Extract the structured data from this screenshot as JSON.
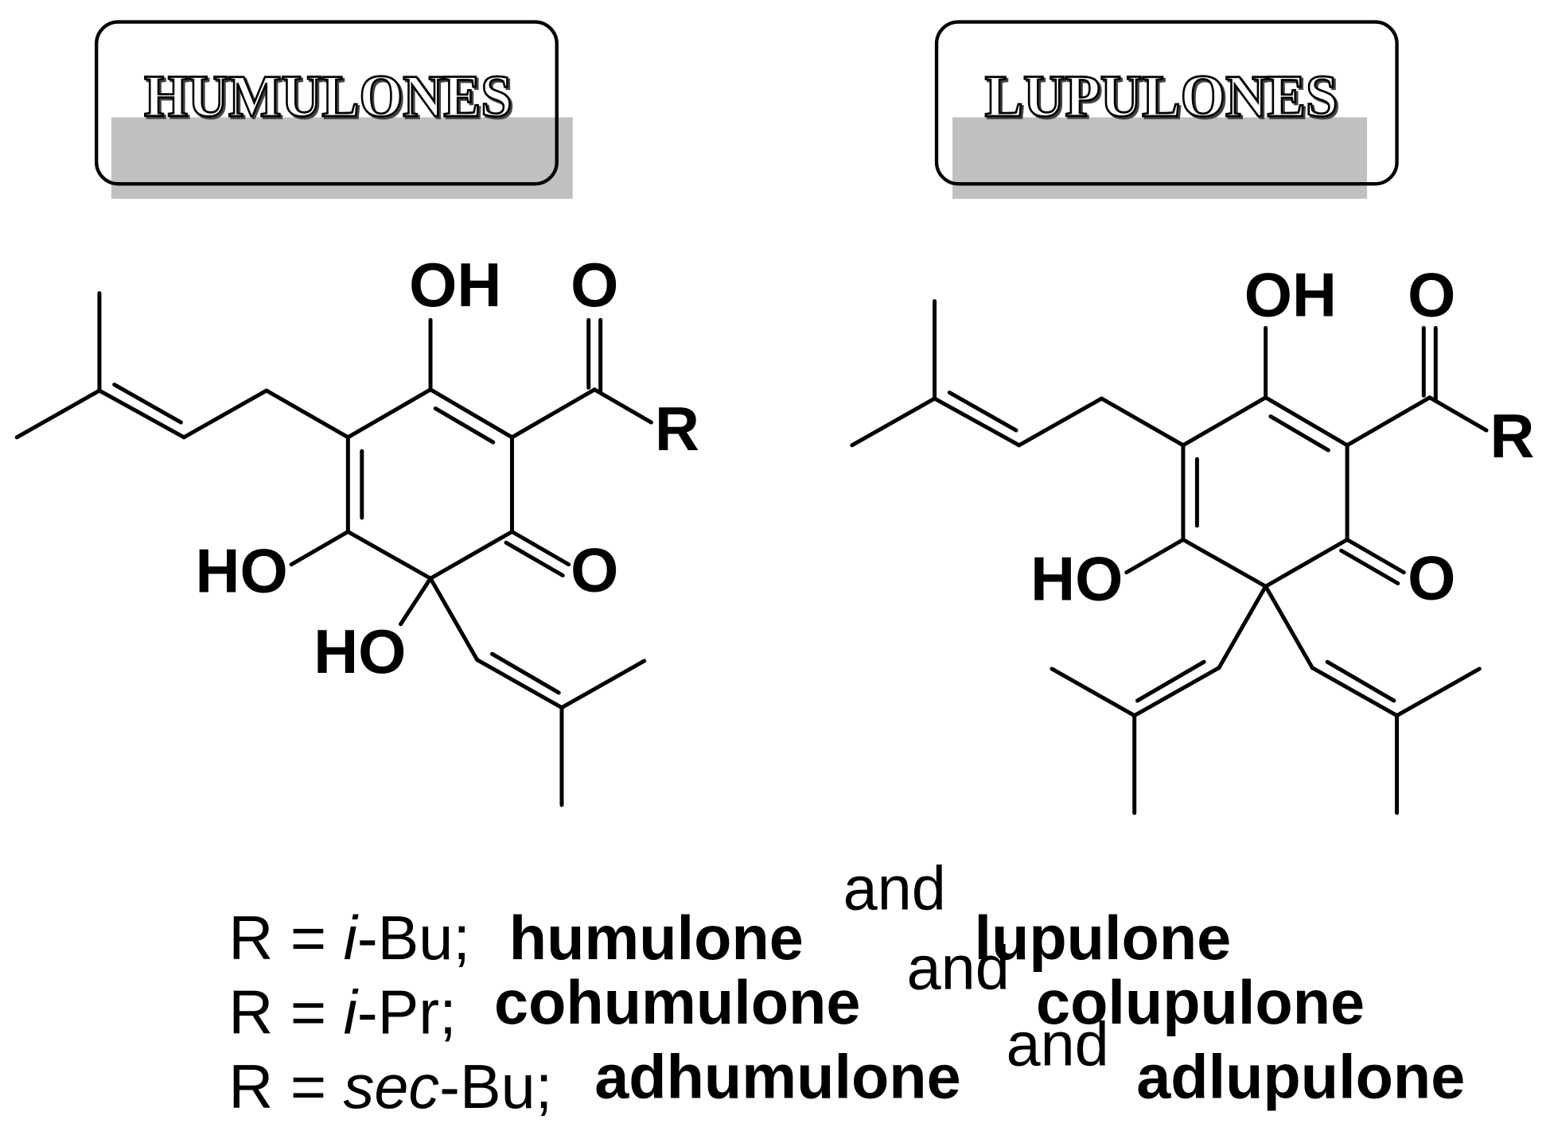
{
  "panels": [
    {
      "title": "HUMULONES",
      "atoms": {
        "ring_oh": "OH",
        "acyl_o": "O",
        "r_group": "R",
        "ketone_o": "O",
        "enol_ho": "HO",
        "quaternary_ho": "HO"
      }
    },
    {
      "title": "LUPULONES",
      "atoms": {
        "ring_oh": "OH",
        "acyl_o": "O",
        "r_group": "R",
        "ketone_o": "O",
        "enol_ho": "HO"
      }
    }
  ],
  "variants": [
    {
      "prefix": "R = ",
      "r_italic": "i",
      "r_rest": "-Bu;",
      "humulone": "humulone",
      "and": "and",
      "lupulone": "lupulone"
    },
    {
      "prefix": "R = ",
      "r_italic": "i",
      "r_rest": "-Pr;",
      "humulone": "cohumulone",
      "and": "and",
      "lupulone": "colupulone"
    },
    {
      "prefix": "R = ",
      "r_italic": "sec",
      "r_rest": "-Bu;",
      "humulone": "adhumulone",
      "and": "and",
      "lupulone": "adlupulone"
    }
  ],
  "colors": {
    "ink": "#000000",
    "box_shadow": "#c0c0c0",
    "background": "#ffffff"
  }
}
